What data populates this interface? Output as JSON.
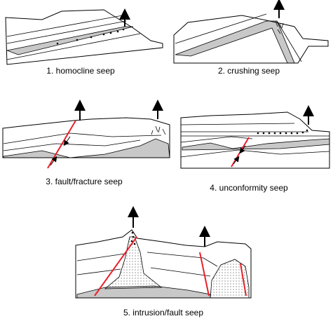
{
  "colors": {
    "stroke": "#000000",
    "fault": "#e8202a",
    "reservoir_fill": "#c8c8c8",
    "background": "#ffffff"
  },
  "icons": [
    "up-arrow-icon",
    "oil-droplet-icon",
    "fault-offset-arrow-icon"
  ],
  "panels": [
    {
      "id": "homocline",
      "caption": "1. homocline seep"
    },
    {
      "id": "crushing",
      "caption": "2. crushing seep"
    },
    {
      "id": "fault-fracture",
      "caption": "3. fault/fracture seep"
    },
    {
      "id": "unconformity",
      "caption": "4. unconformity seep"
    },
    {
      "id": "intrusion-fault",
      "caption": "5. intrusion/fault seep"
    }
  ]
}
